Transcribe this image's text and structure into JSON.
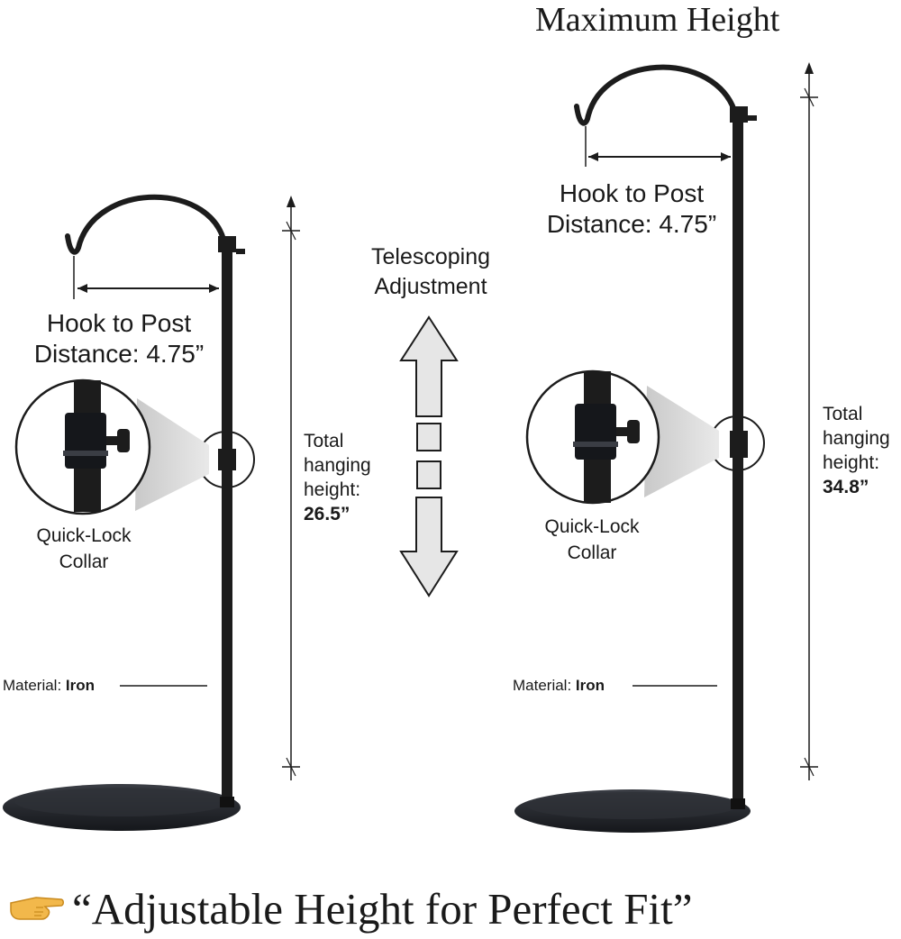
{
  "header": {
    "title": "Maximum Height"
  },
  "left_stand": {
    "hook_label_line1": "Hook to Post",
    "hook_label_line2": "Distance: 4.75”",
    "collar_line1": "Quick-Lock",
    "collar_line2": "Collar",
    "height_line1": "Total",
    "height_line2": "hanging",
    "height_line3": "height:",
    "height_value": "26.5”",
    "material_label": "Material: ",
    "material_value": "Iron"
  },
  "center": {
    "telescoping_line1": "Telescoping",
    "telescoping_line2": "Adjustment"
  },
  "right_stand": {
    "hook_label_line1": "Hook to Post",
    "hook_label_line2": "Distance: 4.75”",
    "collar_line1": "Quick-Lock",
    "collar_line2": "Collar",
    "height_line1": "Total",
    "height_line2": "hanging",
    "height_line3": "height:",
    "height_value": "34.8”",
    "material_label": "Material: ",
    "material_value": "Iron"
  },
  "footer": {
    "tagline": "“Adjustable Height for Perfect Fit”"
  },
  "icons": {
    "pointer": "pointing-hand-icon"
  },
  "colors": {
    "stand": "#1c1c1c",
    "arrow_fill": "#e6e6e6",
    "text": "#1a1a1a"
  }
}
